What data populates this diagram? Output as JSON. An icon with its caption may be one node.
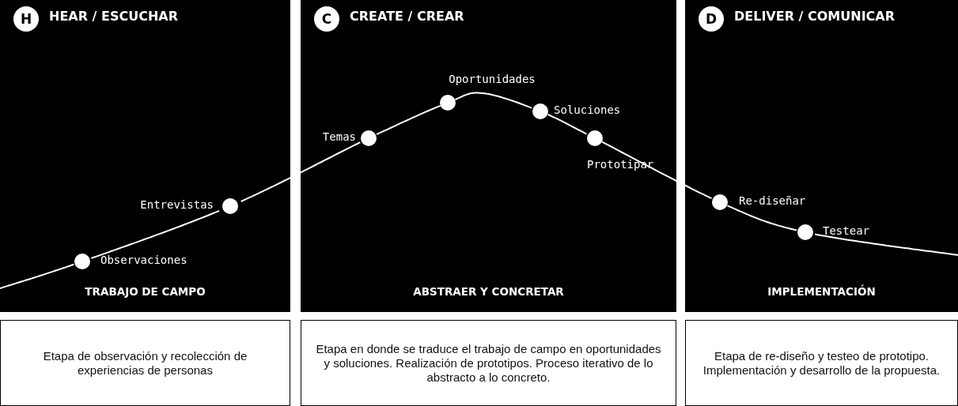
{
  "diagram": {
    "nodes": [
      {
        "text": [
          "HEAR / ESCUCHAR",
          "TRABAJO DE CAMPO"
        ]
      },
      {
        "text": [
          "H"
        ],
        "in": 0
      },
      {
        "text": [],
        "shape": "circle",
        "beside": [
          "Observaciones"
        ],
        "in": 0
      },
      {
        "text": [],
        "shape": "circle",
        "beside": [
          "Entrevistas"
        ],
        "in": 0
      },
      {
        "text": [
          "CREATE / CREAR",
          "ABSTRAER Y CONCRETAR"
        ]
      },
      {
        "text": [
          "C"
        ],
        "in": 4
      },
      {
        "text": [],
        "shape": "circle",
        "beside": [
          "Temas"
        ],
        "in": 4
      },
      {
        "text": [],
        "shape": "circle",
        "beside": [
          "Oportunidades"
        ],
        "in": 4
      },
      {
        "text": [],
        "shape": "circle",
        "beside": [
          "Soluciones"
        ],
        "in": 4
      },
      {
        "text": [],
        "shape": "circle",
        "beside": [
          "Prototipar"
        ],
        "in": 4
      },
      {
        "text": [
          "DELIVER / COMUNICAR",
          "IMPLEMENTACIÓN"
        ]
      },
      {
        "text": [
          "D"
        ],
        "in": 10
      },
      {
        "text": [],
        "shape": "circle",
        "beside": [
          "Re-diseñar"
        ],
        "in": 10
      },
      {
        "text": [],
        "shape": "circle",
        "beside": [
          "Testear"
        ],
        "in": 10
      },
      {
        "text": [
          "Etapa de observación y recolección de experiencias de personas"
        ]
      },
      {
        "text": [
          "Etapa en donde se traduce el trabajo de campo en oportunidades y soluciones. Realización de prototipos. Proceso iterativo de lo abstracto a lo concreto."
        ]
      },
      {
        "text": [
          "Etapa de re-diseño y testeo de prototipo. Implementación y desarrollo de la propuesta."
        ]
      }
    ],
    "edges": [
      {
        "from": null,
        "to": 2,
        "arrow": "none"
      },
      {
        "from": 2,
        "to": 3,
        "arrow": "none"
      },
      {
        "from": 3,
        "to": 6,
        "arrow": "none"
      },
      {
        "from": 6,
        "to": 7,
        "arrow": "none"
      },
      {
        "from": 7,
        "to": 8,
        "arrow": "none"
      },
      {
        "from": 8,
        "to": 9,
        "arrow": "none"
      },
      {
        "from": 9,
        "to": 12,
        "arrow": "none"
      },
      {
        "from": 12,
        "to": 13,
        "arrow": "none"
      },
      {
        "from": 13,
        "to": null,
        "arrow": "none"
      }
    ]
  }
}
